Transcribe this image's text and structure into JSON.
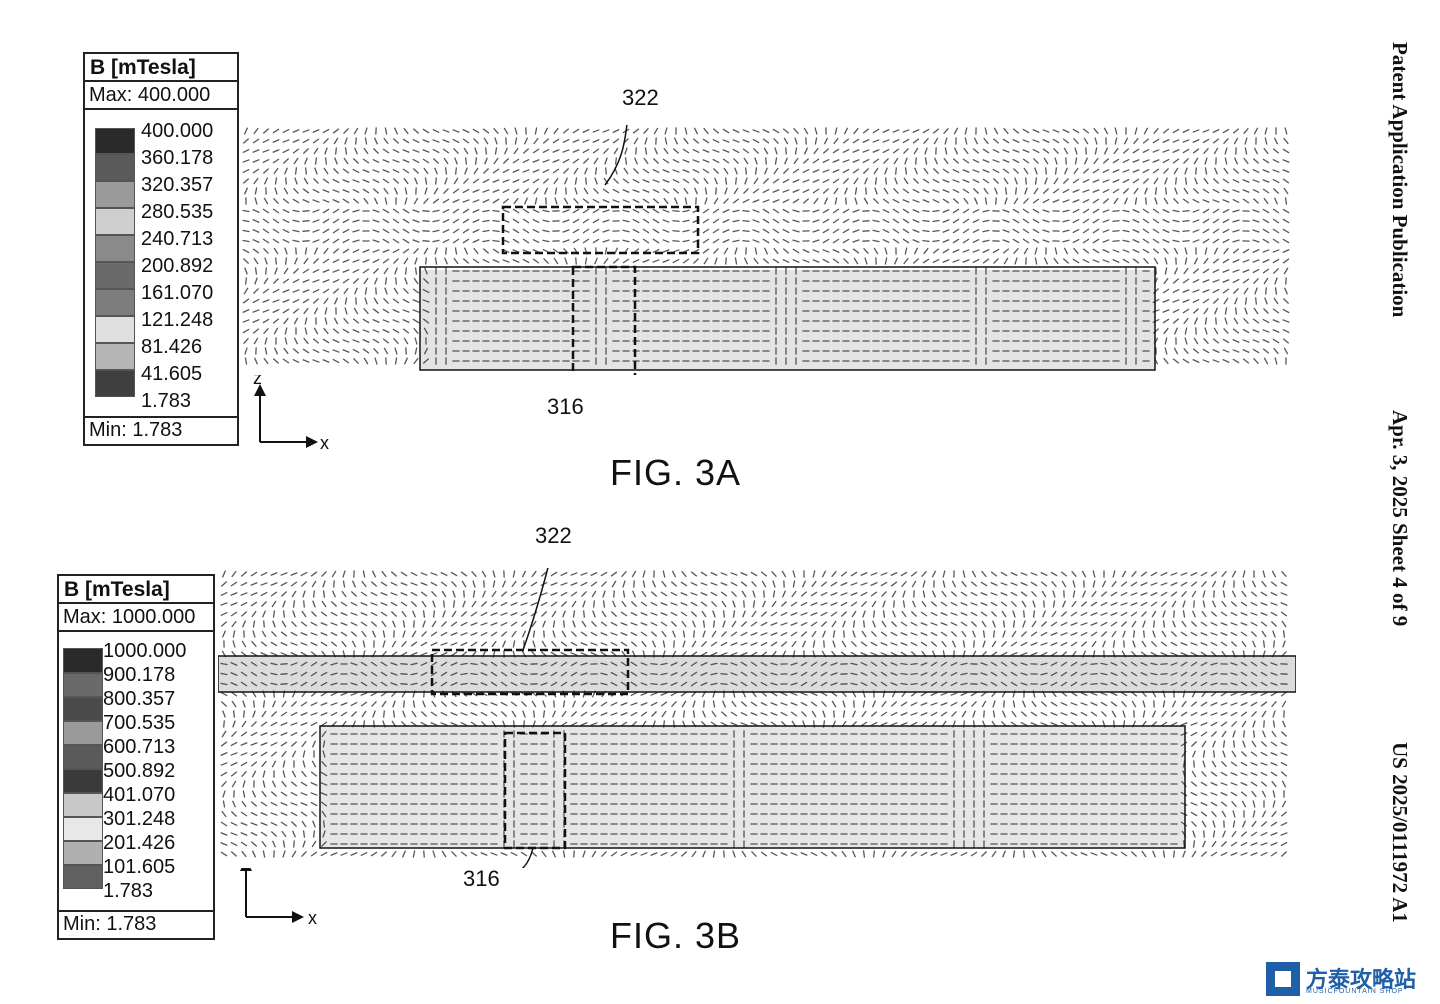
{
  "sidebar": {
    "publication": "Patent Application Publication",
    "date_sheet": "Apr. 3, 2025   Sheet 4 of 9",
    "number": "US 2025/0111972 A1"
  },
  "figA": {
    "label": "FIG. 3A",
    "ref_top": "322",
    "ref_bottom": "316",
    "axis_z": "z",
    "axis_x": "x",
    "legend": {
      "title": "B [mTesla]",
      "max": "Max: 400.000",
      "min": "Min: 1.783",
      "values": [
        "400.000",
        "360.178",
        "320.357",
        "280.535",
        "240.713",
        "200.892",
        "161.070",
        "121.248",
        "81.426",
        "41.605",
        "1.783"
      ]
    }
  },
  "figB": {
    "label": "FIG. 3B",
    "ref_top": "322",
    "ref_bottom": "316",
    "axis_z": "z",
    "axis_x": "x",
    "legend": {
      "title": "B [mTesla]",
      "max": "Max: 1000.000",
      "min": "Min: 1.783",
      "values": [
        "1000.000",
        "900.178",
        "800.357",
        "700.535",
        "600.713",
        "500.892",
        "401.070",
        "301.248",
        "201.426",
        "101.605",
        "1.783"
      ]
    }
  },
  "watermark": {
    "text": "方泰攻略站",
    "sub": "MUSICFOUNTAIN SHOP"
  },
  "colors": {
    "ink": "#222222",
    "field_light": "#bdbdbd",
    "field_dark": "#3a3a3a",
    "watermark": "#1e5fa8"
  }
}
